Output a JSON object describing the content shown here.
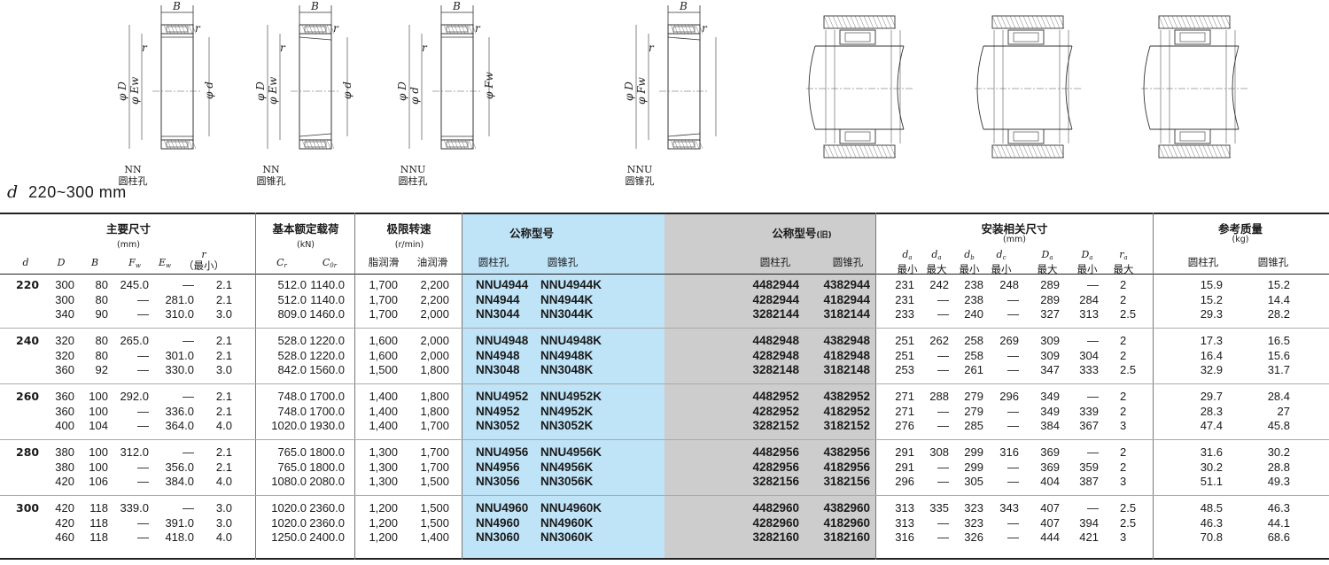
{
  "drawings": [
    {
      "key": "nn_cyl",
      "line1": "NN",
      "line2": "圆柱孔",
      "b": "B",
      "r": "r"
    },
    {
      "key": "nn_tap",
      "line1": "NN",
      "line2": "圆锥孔",
      "b": "B",
      "r": "r"
    },
    {
      "key": "nnu_cyl",
      "line1": "NNU",
      "line2": "圆柱孔",
      "b": "B",
      "r": "r"
    },
    {
      "key": "nnu_tap",
      "line1": "NNU",
      "line2": "圆锥孔",
      "b": "B",
      "r": "r"
    },
    {
      "key": "mount1"
    },
    {
      "key": "mount2"
    },
    {
      "key": "mount3"
    }
  ],
  "section": {
    "d_symbol": "d",
    "range": "220~300 mm"
  },
  "headers": {
    "main_dims": "主要尺寸",
    "main_unit": "(mm)",
    "load": "基本额定载荷",
    "load_unit": "(kN)",
    "speed": "极限转速",
    "speed_unit": "(r/min)",
    "grease": "脂润滑",
    "oil": "油润滑",
    "model": "公称型号",
    "cyl": "圆柱孔",
    "tap": "圆锥孔",
    "model_old": "公称型号",
    "old_suffix": "(旧)",
    "mount": "安装相关尺寸",
    "mount_unit": "(mm)",
    "mass": "参考质量",
    "mass_unit": "(kg)",
    "min": "最小",
    "max": "最大",
    "r_min": "（最小）"
  },
  "symbols": {
    "d": "d",
    "D": "D",
    "B": "B",
    "Fw": "F",
    "Ew": "E",
    "r": "r",
    "Cr": "C",
    "Cor": "C",
    "da": "d",
    "db": "d",
    "dc": "d",
    "Da": "D",
    "ra": "r"
  },
  "groups": [
    {
      "d": "220",
      "rows": [
        [
          "300",
          "80",
          "245.0",
          "—",
          "2.1",
          "512.0",
          "1140.0",
          "1,700",
          "2,200",
          "NNU4944",
          "NNU4944K",
          "4482944",
          "4382944",
          "231",
          "242",
          "238",
          "248",
          "289",
          "—",
          "2",
          "15.9",
          "15.2"
        ],
        [
          "300",
          "80",
          "—",
          "281.0",
          "2.1",
          "512.0",
          "1140.0",
          "1,700",
          "2,200",
          "NN4944",
          "NN4944K",
          "4282944",
          "4182944",
          "231",
          "—",
          "238",
          "—",
          "289",
          "284",
          "2",
          "15.2",
          "14.4"
        ],
        [
          "340",
          "90",
          "—",
          "310.0",
          "3.0",
          "809.0",
          "1460.0",
          "1,700",
          "2,000",
          "NN3044",
          "NN3044K",
          "3282144",
          "3182144",
          "233",
          "—",
          "240",
          "—",
          "327",
          "313",
          "2.5",
          "29.3",
          "28.2"
        ]
      ]
    },
    {
      "d": "240",
      "rows": [
        [
          "320",
          "80",
          "265.0",
          "—",
          "2.1",
          "528.0",
          "1220.0",
          "1,600",
          "2,000",
          "NNU4948",
          "NNU4948K",
          "4482948",
          "4382948",
          "251",
          "262",
          "258",
          "269",
          "309",
          "—",
          "2",
          "17.3",
          "16.5"
        ],
        [
          "320",
          "80",
          "—",
          "301.0",
          "2.1",
          "528.0",
          "1220.0",
          "1,600",
          "2,000",
          "NN4948",
          "NN4948K",
          "4282948",
          "4182948",
          "251",
          "—",
          "258",
          "—",
          "309",
          "304",
          "2",
          "16.4",
          "15.6"
        ],
        [
          "360",
          "92",
          "—",
          "330.0",
          "3.0",
          "842.0",
          "1560.0",
          "1,500",
          "1,800",
          "NN3048",
          "NN3048K",
          "3282148",
          "3182148",
          "253",
          "—",
          "261",
          "—",
          "347",
          "333",
          "2.5",
          "32.9",
          "31.7"
        ]
      ]
    },
    {
      "d": "260",
      "rows": [
        [
          "360",
          "100",
          "292.0",
          "—",
          "2.1",
          "748.0",
          "1700.0",
          "1,400",
          "1,800",
          "NNU4952",
          "NNU4952K",
          "4482952",
          "4382952",
          "271",
          "288",
          "279",
          "296",
          "349",
          "—",
          "2",
          "29.7",
          "28.4"
        ],
        [
          "360",
          "100",
          "—",
          "336.0",
          "2.1",
          "748.0",
          "1700.0",
          "1,400",
          "1,800",
          "NN4952",
          "NN4952K",
          "4282952",
          "4182952",
          "271",
          "—",
          "279",
          "—",
          "349",
          "339",
          "2",
          "28.3",
          "27"
        ],
        [
          "400",
          "104",
          "—",
          "364.0",
          "4.0",
          "1020.0",
          "1930.0",
          "1,400",
          "1,700",
          "NN3052",
          "NN3052K",
          "3282152",
          "3182152",
          "276",
          "—",
          "285",
          "—",
          "384",
          "367",
          "3",
          "47.4",
          "45.8"
        ]
      ]
    },
    {
      "d": "280",
      "rows": [
        [
          "380",
          "100",
          "312.0",
          "—",
          "2.1",
          "765.0",
          "1800.0",
          "1,300",
          "1,700",
          "NNU4956",
          "NNU4956K",
          "4482956",
          "4382956",
          "291",
          "308",
          "299",
          "316",
          "369",
          "—",
          "2",
          "31.6",
          "30.2"
        ],
        [
          "380",
          "100",
          "—",
          "356.0",
          "2.1",
          "765.0",
          "1800.0",
          "1,300",
          "1,700",
          "NN4956",
          "NN4956K",
          "4282956",
          "4182956",
          "291",
          "—",
          "299",
          "—",
          "369",
          "359",
          "2",
          "30.2",
          "28.8"
        ],
        [
          "420",
          "106",
          "—",
          "384.0",
          "4.0",
          "1080.0",
          "2080.0",
          "1,300",
          "1,500",
          "NN3056",
          "NN3056K",
          "3282156",
          "3182156",
          "296",
          "—",
          "305",
          "—",
          "404",
          "387",
          "3",
          "51.1",
          "49.3"
        ]
      ]
    },
    {
      "d": "300",
      "rows": [
        [
          "420",
          "118",
          "339.0",
          "—",
          "3.0",
          "1020.0",
          "2360.0",
          "1,200",
          "1,500",
          "NNU4960",
          "NNU4960K",
          "4482960",
          "4382960",
          "313",
          "335",
          "323",
          "343",
          "407",
          "—",
          "2.5",
          "48.5",
          "46.3"
        ],
        [
          "420",
          "118",
          "—",
          "391.0",
          "3.0",
          "1020.0",
          "2360.0",
          "1,200",
          "1,500",
          "NN4960",
          "NN4960K",
          "4282960",
          "4182960",
          "313",
          "—",
          "323",
          "—",
          "407",
          "394",
          "2.5",
          "46.3",
          "44.1"
        ],
        [
          "460",
          "118",
          "—",
          "418.0",
          "4.0",
          "1250.0",
          "2400.0",
          "1,200",
          "1,400",
          "NN3060",
          "NN3060K",
          "3282160",
          "3182160",
          "316",
          "—",
          "326",
          "—",
          "444",
          "421",
          "3",
          "70.8",
          "68.6"
        ]
      ]
    }
  ]
}
